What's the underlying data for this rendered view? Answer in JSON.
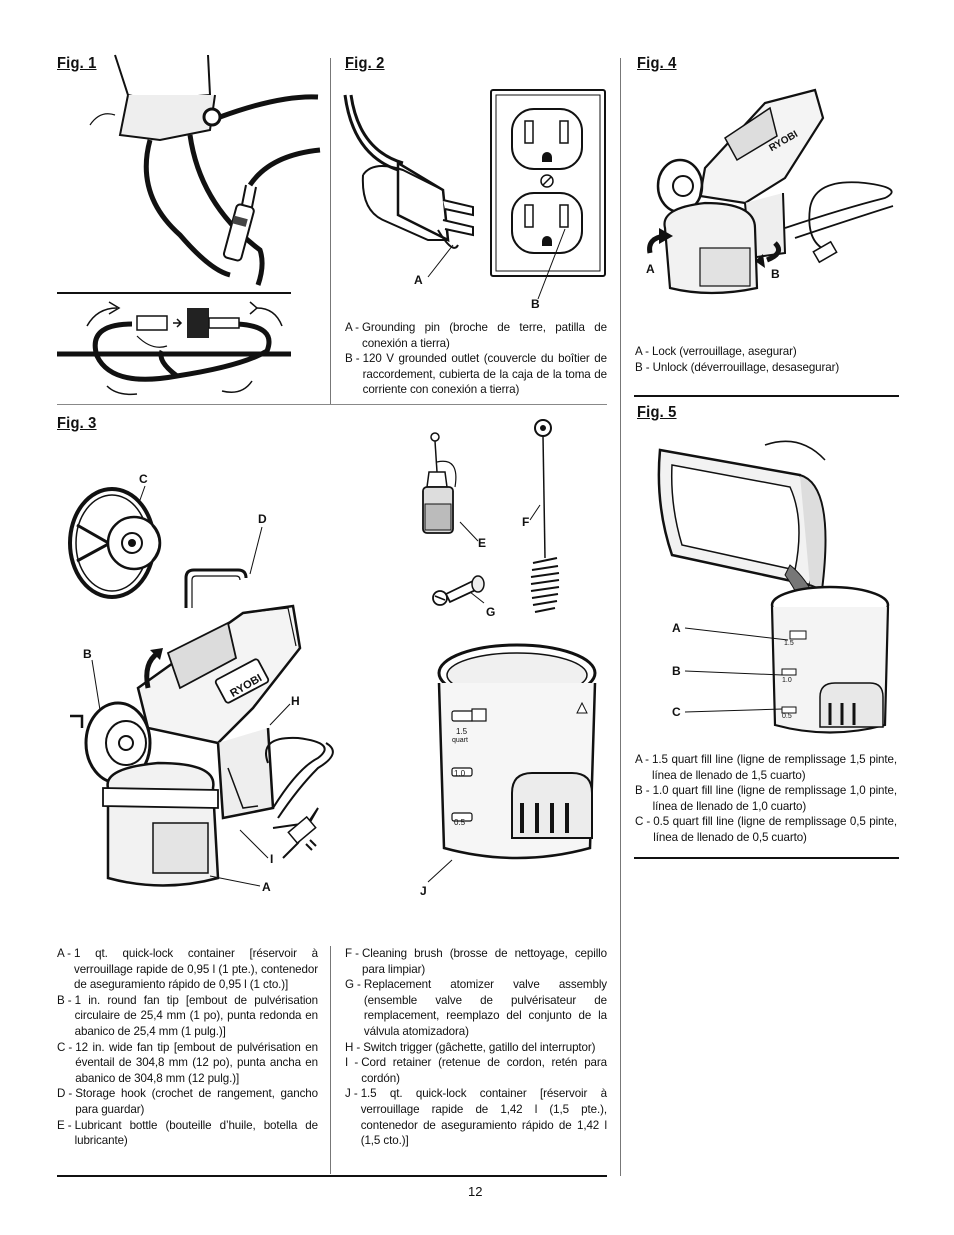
{
  "figures": {
    "fig1": {
      "title": "Fig. 1"
    },
    "fig2": {
      "title": "Fig. 2",
      "callouts": {
        "a": "A",
        "b": "B"
      },
      "legend": [
        {
          "key": "A - ",
          "text": "Grounding pin (broche de terre, patilla de conexión a tierra)"
        },
        {
          "key": "B - ",
          "text": "120 V grounded outlet (couvercle du boîtier de raccordement, cubierta de la caja de la toma de corriente con conexión a tierra)"
        }
      ]
    },
    "fig3": {
      "title": "Fig. 3",
      "callouts": {
        "a": "A",
        "b": "B",
        "c": "C",
        "d": "D",
        "e": "E",
        "f": "F",
        "g": "G",
        "h": "H",
        "i": "I",
        "j": "J"
      },
      "container_marks": {
        "m15": "1.5",
        "m10": "1.0",
        "m05": "0.5",
        "unit": "quart"
      },
      "brand": "RYOBI",
      "legend_left": [
        {
          "key": "A - ",
          "text": "1 qt. quick-lock container [réservoir à verrouillage rapide de 0,95 l (1 pte.), contenedor de aseguramiento rápido de 0,95 l (1 cto.)]"
        },
        {
          "key": "B - ",
          "text": "1 in. round fan tip [embout de pulvérisation circulaire de 25,4 mm (1 po), punta redonda en abanico de 25,4 mm (1 pulg.)]"
        },
        {
          "key": "C - ",
          "text": "12 in. wide fan tip [embout de pulvérisation en éventail de 304,8 mm (12 po), punta ancha en abanico de 304,8 mm (12 pulg.)]"
        },
        {
          "key": "D - ",
          "text": "Storage hook (crochet de rangement, gancho para guardar)"
        },
        {
          "key": "E - ",
          "text": "Lubricant bottle (bouteille d’huile, botella de lubricante)"
        }
      ],
      "legend_right": [
        {
          "key": "F - ",
          "text": "Cleaning brush (brosse de nettoyage, cepillo para limpiar)"
        },
        {
          "key": "G - ",
          "text": "Replacement atomizer valve assembly (ensemble valve de pulvérisateur de remplacement, reemplazo del conjunto de la válvula atomizadora)"
        },
        {
          "key": "H - ",
          "text": "Switch trigger (gâchette, gatillo del interruptor)"
        },
        {
          "key": "I  - ",
          "text": "Cord retainer (retenue de cordon, retén para cordón)"
        },
        {
          "key": "J - ",
          "text": "1.5 qt. quick-lock container [réservoir à verrouillage rapide de 1,42 l (1,5 pte.), contenedor de aseguramiento rápido de 1,42 l (1,5 cto.)]"
        }
      ]
    },
    "fig4": {
      "title": "Fig. 4",
      "brand": "RYOBI",
      "callouts": {
        "a": "A",
        "b": "B"
      },
      "legend": [
        {
          "key": "A - ",
          "text": "Lock (verrouillage, asegurar)"
        },
        {
          "key": "B - ",
          "text": "Unlock (déverrouillage, desasegurar)"
        }
      ]
    },
    "fig5": {
      "title": "Fig. 5",
      "callouts": {
        "a": "A",
        "b": "B",
        "c": "C"
      },
      "container_marks": {
        "m15": "1.5",
        "m10": "1.0",
        "m05": "0.5",
        "unit": "quart"
      },
      "legend": [
        {
          "key": "A - ",
          "text": "1.5 quart fill line (ligne de remplissage 1,5 pinte, línea de llenado de 1,5 cuarto)"
        },
        {
          "key": "B - ",
          "text": "1.0 quart fill line (ligne de remplissage 1,0 pinte, línea de llenado de 1,0 cuarto)"
        },
        {
          "key": "C - ",
          "text": "0.5 quart fill line (ligne de remplissage 0,5 pinte, línea de llenado de 0,5 cuarto)"
        }
      ]
    }
  },
  "page_number": "12"
}
